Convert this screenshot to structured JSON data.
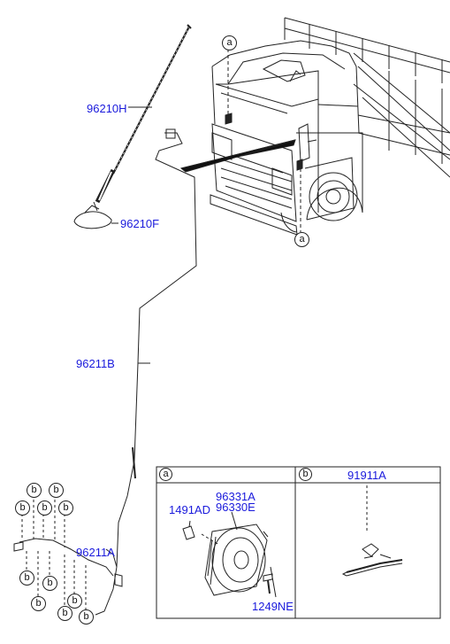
{
  "parts": {
    "antenna_mast": "96210H",
    "antenna_base": "96210F",
    "feeder_cable": "96211B",
    "extension_cable": "96211A",
    "speaker_assy_1": "96331A",
    "speaker_assy_2": "96330E",
    "clip": "1491AD",
    "screw": "1249NE",
    "cable_tie": "91911A"
  },
  "callouts": {
    "a": "a",
    "b": "b"
  },
  "table": {
    "cell_a_label": "a",
    "cell_b_label": "b"
  },
  "colors": {
    "part_number": "#1a1adc",
    "line": "#222222"
  }
}
